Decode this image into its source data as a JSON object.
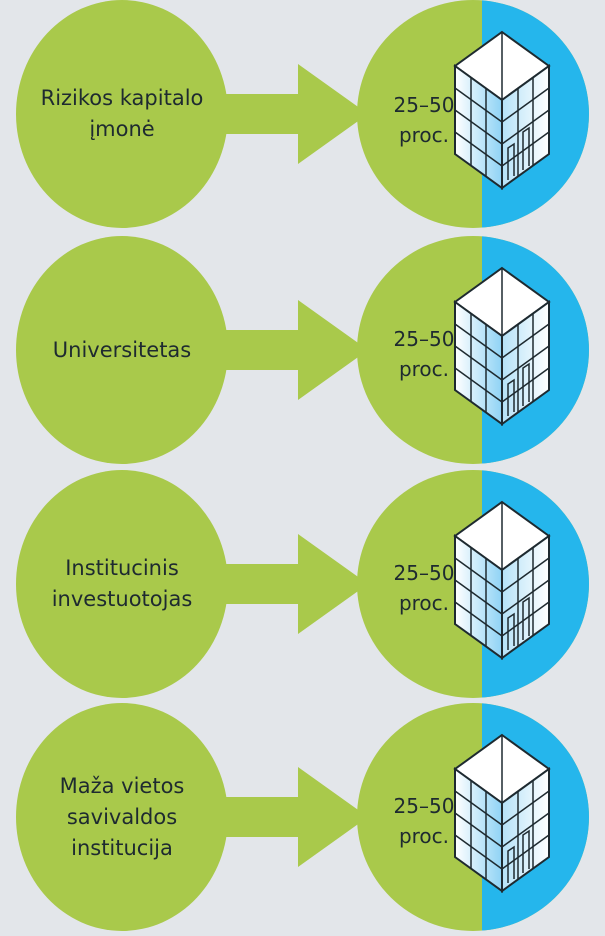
{
  "rows": [
    {
      "label": "Rizikos kapitalo\nįmonė",
      "percent_range": "25–50",
      "percent_unit": "proc."
    },
    {
      "label": "Universitetas",
      "percent_range": "25–50",
      "percent_unit": "proc."
    },
    {
      "label": "Institucinis\ninvestuotojas",
      "percent_range": "25–50",
      "percent_unit": "proc."
    },
    {
      "label": "Maža vietos\nsavivaldos\ninstitucija",
      "percent_range": "25–50",
      "percent_unit": "proc."
    }
  ],
  "colors": {
    "background": "#e3e6ea",
    "green": "#a9c94b",
    "blue": "#25b6ec",
    "text": "#1e2a30"
  },
  "icons": {
    "arrow": "right-arrow-icon",
    "building": "building-icon"
  }
}
